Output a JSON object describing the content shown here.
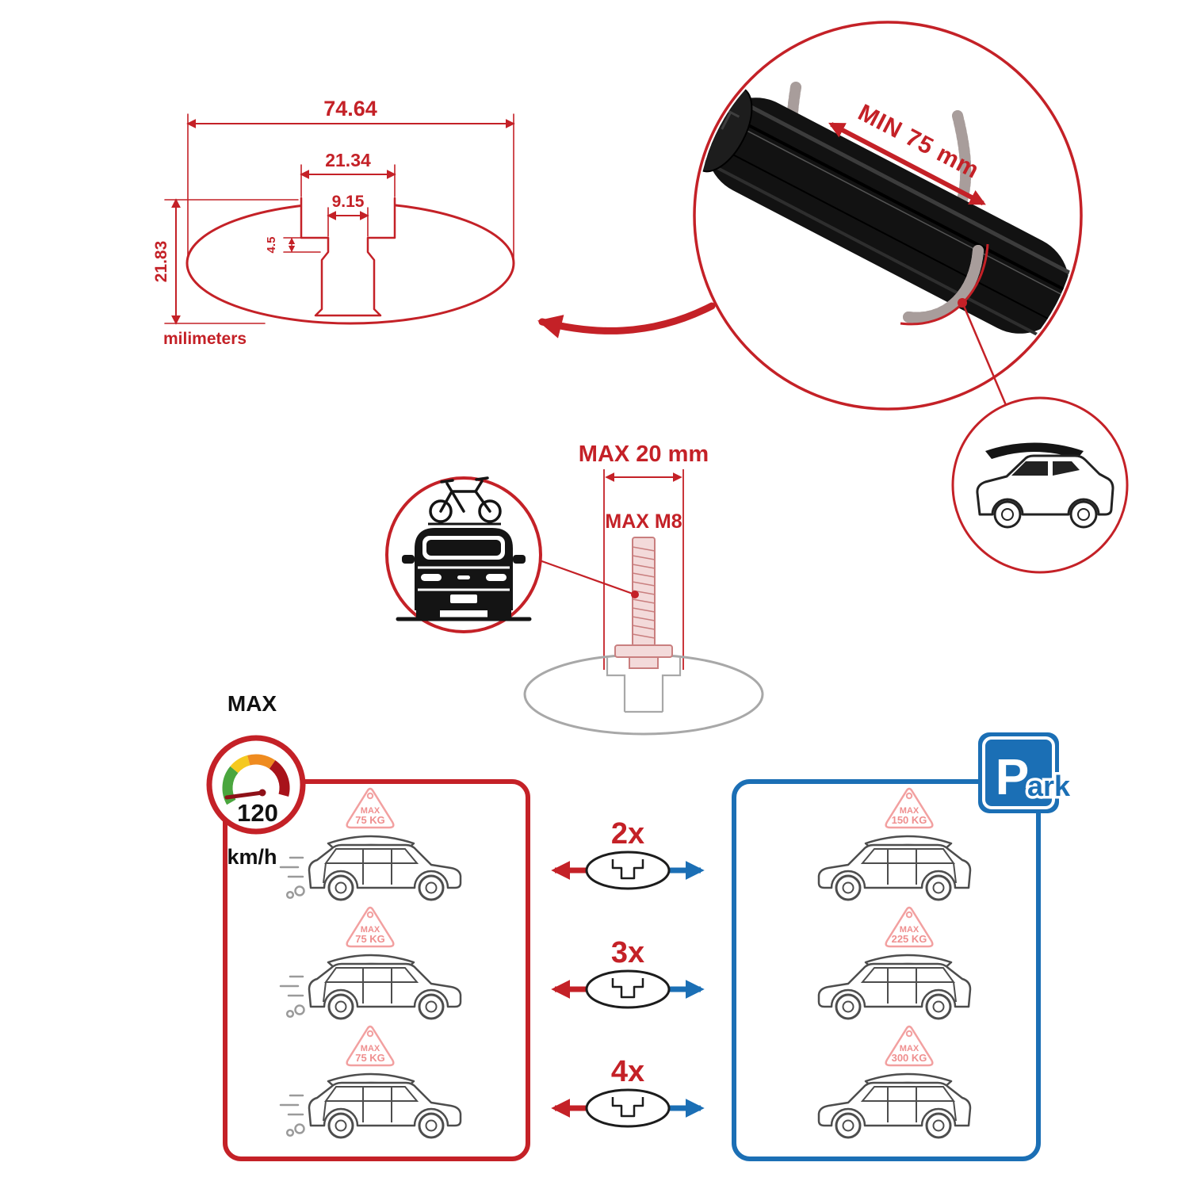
{
  "palette": {
    "red": "#c42127",
    "blue": "#1b6fb5",
    "pink": "#ef8f8f",
    "grey": "#b9b0b0",
    "black": "#121212"
  },
  "profile_dimensions": {
    "outer_width": "74.64",
    "channel_width": "21.34",
    "slot_width": "9.15",
    "lip_depth": "4.5",
    "height": "21.83",
    "units_label": "milimeters"
  },
  "crossbar_detail": {
    "min_span_label": "MIN 75 mm"
  },
  "mounting_bolt": {
    "max_length_label": "MAX 20 mm",
    "max_thread_label": "MAX M8"
  },
  "speed_limit": {
    "label": "MAX",
    "value": "120",
    "unit": "km/h"
  },
  "load_comparison": {
    "multipliers": [
      "2x",
      "3x",
      "4x"
    ],
    "driving": [
      {
        "max": "MAX",
        "weight": "75 KG"
      },
      {
        "max": "MAX",
        "weight": "75 KG"
      },
      {
        "max": "MAX",
        "weight": "75 KG"
      }
    ],
    "parked": [
      {
        "max": "MAX",
        "weight": "150 KG"
      },
      {
        "max": "MAX",
        "weight": "225 KG"
      },
      {
        "max": "MAX",
        "weight": "300 KG"
      }
    ],
    "park_sign": {
      "letter": "P",
      "suffix": "ark"
    }
  }
}
